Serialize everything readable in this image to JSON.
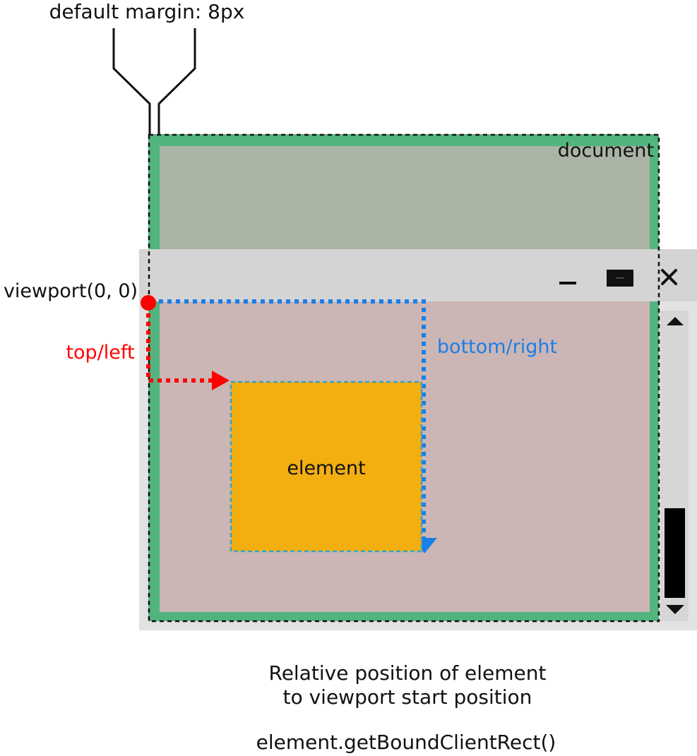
{
  "labels": {
    "margin": "default margin: 8px",
    "document": "document",
    "viewport_origin": "viewport(0, 0)",
    "top_left": "top/left",
    "bottom_right": "bottom/right",
    "element": "element",
    "caption_line1": "Relative position of element",
    "caption_line2": "to viewport start position",
    "method": "element.getBoundClientRect()"
  },
  "window_controls": [
    "minimize-icon",
    "maximize-icon",
    "close-icon"
  ],
  "scrollbar_icons": [
    "scroll-up-arrow-icon",
    "scroll-down-arrow-icon"
  ],
  "colors": {
    "document_border": "#52b47e",
    "document_fill": "#aab4a4",
    "titlebar": "#d4d4d4",
    "viewport_frame": "#e2e2e2",
    "viewport_fill": "#cbb6b5",
    "element_fill": "#f2af0f",
    "top_left_arrow": "#ff0000",
    "bottom_right_arrow": "#1a7ee8",
    "text": "#111111"
  }
}
